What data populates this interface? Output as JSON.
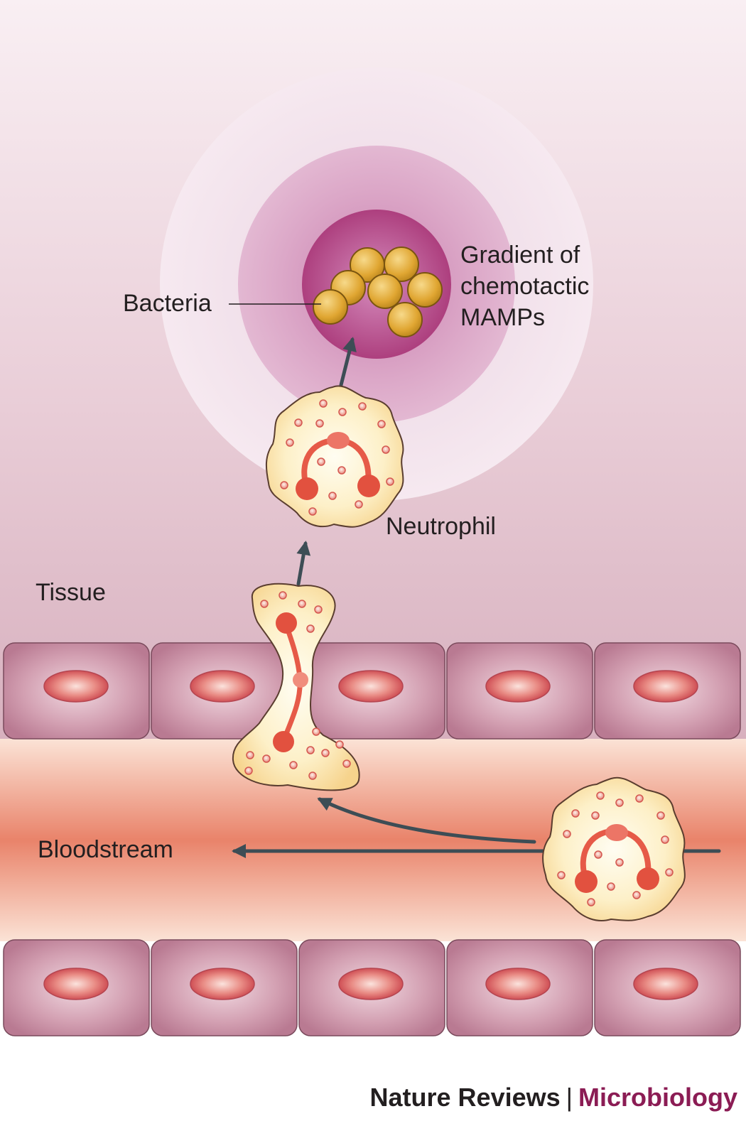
{
  "labels": {
    "bacteria": "Bacteria",
    "gradient_line1": "Gradient of",
    "gradient_line2": "chemotactic",
    "gradient_line3": "MAMPs",
    "neutrophil": "Neutrophil",
    "tissue": "Tissue",
    "bloodstream": "Bloodstream"
  },
  "credit": {
    "journal": "Nature Reviews",
    "separator": "|",
    "field": "Microbiology"
  },
  "colors": {
    "tissue_top": "#f7ecf1",
    "tissue_bottom": "#d9b4c0",
    "gradient_inner": "#b0467e",
    "endothelial_cell": "#c58ba0",
    "nucleus": "#dc6b6b",
    "blood_core": "#e98466",
    "neutrophil_fill": "#fbe4a4",
    "granule": "#e88a7c",
    "arrow": "#3d4d55",
    "bacterium": "#e3ad3a",
    "credit_accent": "#8b1c54"
  },
  "icons": [
    "bacterium-icon",
    "neutrophil-icon",
    "arrow-icon",
    "endothelial-cell-icon"
  ]
}
